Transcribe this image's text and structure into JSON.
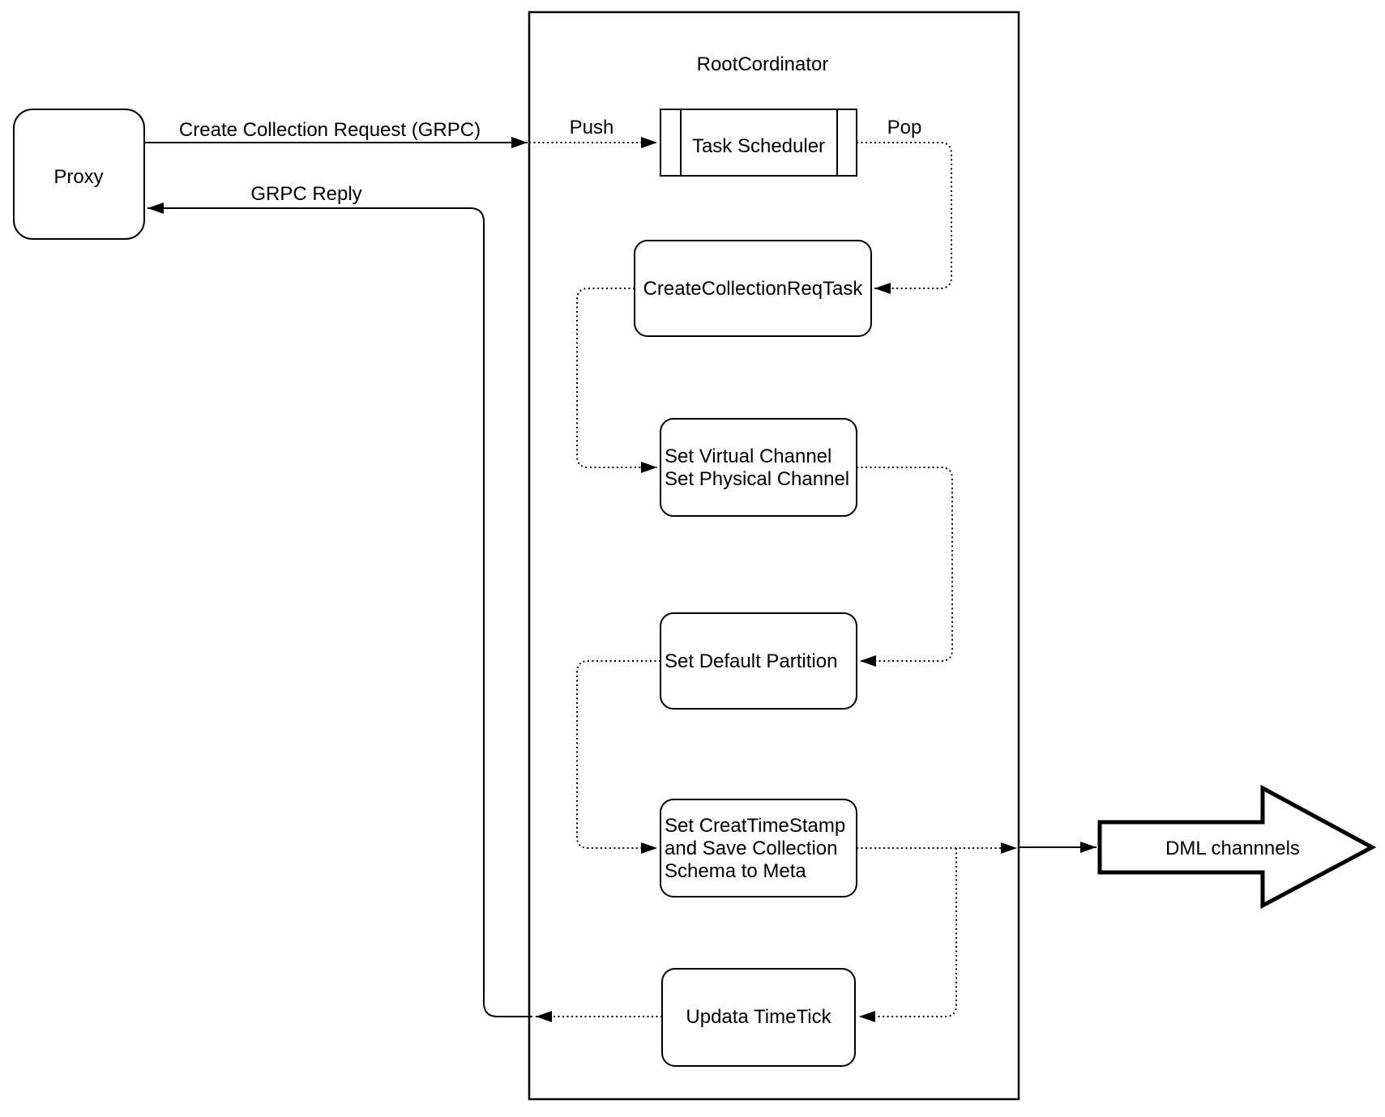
{
  "colors": {
    "stroke": "#000000",
    "background": "#ffffff"
  },
  "proxy": {
    "label": "Proxy"
  },
  "root_coordinator": {
    "title": "RootCordinator"
  },
  "task_scheduler": {
    "label": "Task Scheduler"
  },
  "edges": {
    "create_collection_request": {
      "label": "Create Collection Request (GRPC)"
    },
    "grpc_reply": {
      "label": "GRPC Reply"
    },
    "push": {
      "label": "Push"
    },
    "pop": {
      "label": "Pop"
    }
  },
  "tasks": {
    "create_collection_req_task": {
      "label": "CreateCollectionReqTask"
    },
    "set_channels": {
      "line1": "Set Virtual Channel",
      "line2": "Set Physical Channel"
    },
    "set_default_partition": {
      "label": "Set Default Partition"
    },
    "set_creat_timestamp": {
      "line1": "Set CreatTimeStamp",
      "line2": "and Save Collection",
      "line3": "Schema to Meta"
    },
    "updata_time_tick": {
      "label": "Updata TimeTick"
    }
  },
  "dml_channels": {
    "label": "DML channnels"
  }
}
